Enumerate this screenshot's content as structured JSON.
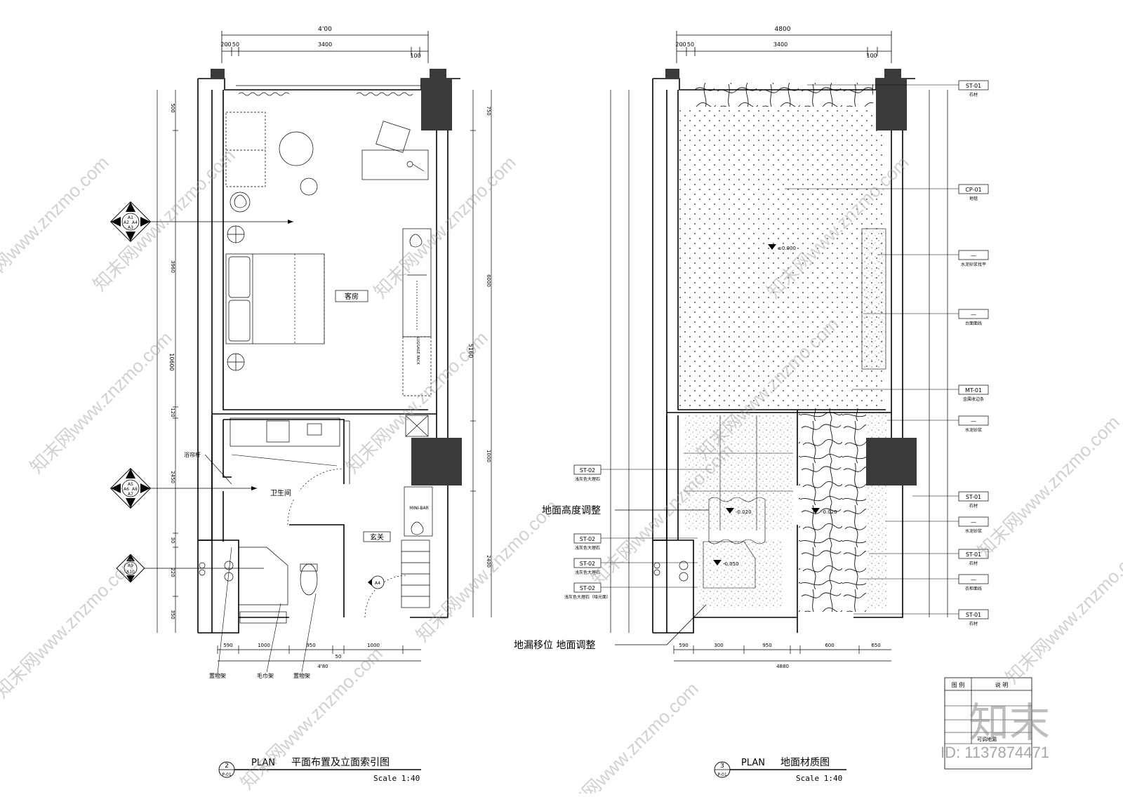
{
  "left_plan": {
    "title_num": "2",
    "title_ref": "P-01",
    "title_plan": "PLAN",
    "title_cn": "平面布置及立面索引图",
    "scale": "Scale 1:40",
    "dim_top_total": "4'00",
    "dim_top_segs": [
      "200",
      "50",
      "3400",
      "100"
    ],
    "dim_left_total": "10600",
    "dim_left_segs": [
      "500",
      "3960",
      "120",
      "2450",
      "30",
      "220",
      "350"
    ],
    "dim_right_outer": "5160",
    "dim_right_inner": [
      "750",
      "6000",
      "1000",
      "2400"
    ],
    "dim_bottom_segs": [
      "590",
      "1000",
      "950",
      "50",
      "1000"
    ],
    "dim_bottom_total": "4'80",
    "room_guest": "客房",
    "room_bath": "卫生间",
    "room_foyer": "玄关",
    "label_curtain": "浴帘杆",
    "label_shelf_a": "置物架",
    "label_towel": "毛巾架",
    "label_shelf_b": "置物架",
    "label_minibar": "MINI-BAR",
    "label_luggage": "LUGGAGE RACK",
    "index_marks": [
      {
        "top": "A1",
        "left": "A2",
        "right": "A4",
        "bottom": "A3"
      },
      {
        "top": "A5",
        "left": "A6",
        "right": "A8",
        "bottom": "A7"
      },
      {
        "top": "A9",
        "left": "",
        "right": "",
        "bottom": "A10"
      }
    ],
    "door_mark": "A4"
  },
  "right_plan": {
    "title_num": "3",
    "title_ref": "P-01",
    "title_plan": "PLAN",
    "title_cn": "地面材质图",
    "scale": "Scale 1:40",
    "dim_top_total": "4800",
    "dim_top_segs": [
      "200",
      "50",
      "3400",
      "100"
    ],
    "dim_bottom_total": "4880",
    "dim_bottom_segs": [
      "590",
      "300",
      "950",
      "600",
      "650"
    ],
    "note_height": "地面高度调整",
    "note_drain": "地漏移位  地面调整",
    "level_marks": [
      "±0.000",
      "-0.020",
      "-0.020",
      "-0.050"
    ],
    "left_tags": [
      {
        "code": "ST-02",
        "desc": "浅灰色大理石"
      },
      {
        "code": "ST-02",
        "desc": "浅灰色大理石"
      },
      {
        "code": "ST-02",
        "desc": "浅灰色大理石"
      },
      {
        "code": "ST-02",
        "desc": "浅灰色大理石（哑光面）"
      }
    ],
    "right_tags": [
      {
        "code": "ST-01",
        "desc": "石材"
      },
      {
        "code": "CP-01",
        "desc": "地毯"
      },
      {
        "code": "—",
        "desc": "水泥砂浆找平"
      },
      {
        "code": "—",
        "desc": "台面面线"
      },
      {
        "code": "MT-01",
        "desc": "金属收边条"
      },
      {
        "code": "—",
        "desc": "水泥砂浆"
      },
      {
        "code": "ST-01",
        "desc": "石材"
      },
      {
        "code": "—",
        "desc": "水泥砂浆"
      },
      {
        "code": "ST-01",
        "desc": "石材"
      },
      {
        "code": "—",
        "desc": "衣柜面线"
      },
      {
        "code": "ST-01",
        "desc": "石材"
      }
    ]
  },
  "legend": {
    "col_1": "图 例",
    "col_2": "说 明",
    "drain": "可调地漏"
  },
  "watermark": {
    "site": "知末网www.znzmo.com",
    "logo": "知末",
    "id": "ID: 1137874471"
  }
}
